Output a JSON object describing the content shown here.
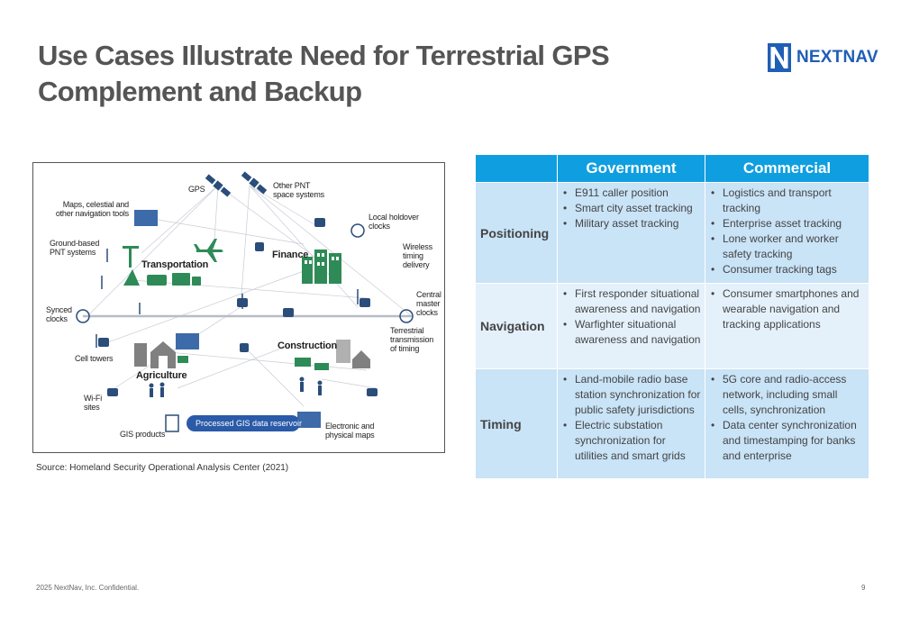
{
  "slide": {
    "title": "Use Cases Illustrate Need for Terrestrial GPS Complement and Backup",
    "logo_text": "NEXTNAV",
    "source": "Source: Homeland Security Operational Analysis Center (2021)",
    "footer": "2025 NextNav, Inc. Confidential.",
    "page_number": "9",
    "colors": {
      "title": "#555555",
      "brand": "#1f5fb4",
      "header": "#0f9fe0",
      "cell": "#c9e3f7",
      "cell_alt": "#e4f1fb"
    }
  },
  "diagram": {
    "labels": {
      "gps": "GPS",
      "other_pnt": "Other PNT\nspace systems",
      "maps": "Maps, celestial and\nother navigation tools",
      "local_holdover": "Local holdover\nclocks",
      "ground_pnt": "Ground-based\nPNT systems",
      "wireless": "Wireless\ntiming\ndelivery",
      "transportation": "Transportation",
      "finance": "Finance",
      "central_master": "Central\nmaster\nclocks",
      "synced": "Synced\nclocks",
      "terrestrial": "Terrestrial\ntransmission\nof timing",
      "construction": "Construction",
      "cell_towers": "Cell towers",
      "agriculture": "Agriculture",
      "wifi": "Wi-Fi\nsites",
      "gis_products": "GIS products",
      "reservoir": "Processed GIS data reservoir",
      "electronic_maps": "Electronic and\nphysical maps"
    }
  },
  "table": {
    "columns": [
      "Government",
      "Commercial"
    ],
    "rows": [
      {
        "label": "Positioning",
        "government": [
          "E911 caller position",
          "Smart city asset tracking",
          "Military asset tracking"
        ],
        "commercial": [
          "Logistics and transport tracking",
          "Enterprise asset tracking",
          "Lone worker and worker safety tracking",
          "Consumer tracking tags"
        ]
      },
      {
        "label": "Navigation",
        "government": [
          "First responder situational awareness and navigation",
          "Warfighter situational awareness and navigation"
        ],
        "commercial": [
          "Consumer smartphones and wearable navigation and tracking applications"
        ]
      },
      {
        "label": "Timing",
        "government": [
          "Land-mobile radio base station synchronization for public safety jurisdictions",
          "Electric substation synchronization for utilities and smart grids"
        ],
        "commercial": [
          "5G core and radio-access network, including small cells, synchronization",
          "Data center synchronization and timestamping for banks and enterprise"
        ]
      }
    ]
  }
}
